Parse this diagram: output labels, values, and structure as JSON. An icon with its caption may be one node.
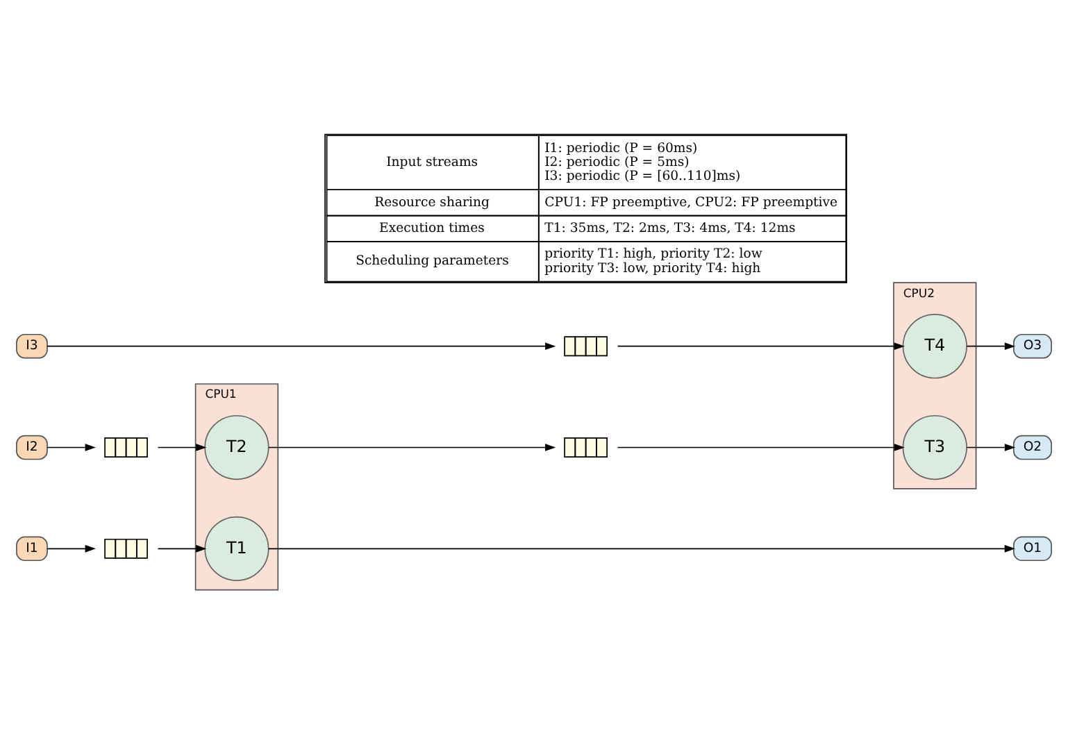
{
  "diagram": {
    "nodes": [
      {
        "text": [
          "CPU1"
        ]
      },
      {
        "text": [
          "T1"
        ],
        "in": 0
      },
      {
        "text": [
          "T2"
        ],
        "in": 0
      },
      {
        "text": [
          "CPU2"
        ]
      },
      {
        "text": [
          "T3"
        ],
        "in": 3
      },
      {
        "text": [
          "T4"
        ],
        "in": 3
      },
      {
        "text": [
          "I1"
        ]
      },
      {
        "text": [
          "I2"
        ]
      },
      {
        "text": [
          "I3"
        ]
      },
      {
        "text": [],
        "shape": "box"
      },
      {
        "text": [],
        "shape": "box"
      },
      {
        "text": [],
        "shape": "box"
      },
      {
        "text": [],
        "shape": "box"
      },
      {
        "text": [
          "O1"
        ]
      },
      {
        "text": [
          "O2"
        ]
      },
      {
        "text": [
          "O3"
        ]
      }
    ],
    "edges": [
      {
        "from": 6,
        "to": 9,
        "arrow": "to"
      },
      {
        "from": 9,
        "to": 1,
        "arrow": "to"
      },
      {
        "from": 1,
        "to": 13,
        "arrow": "to"
      },
      {
        "from": 7,
        "to": 10,
        "arrow": "to"
      },
      {
        "from": 10,
        "to": 2,
        "arrow": "to"
      },
      {
        "from": 2,
        "to": 11,
        "arrow": "to"
      },
      {
        "from": 11,
        "to": 4,
        "arrow": "to"
      },
      {
        "from": 4,
        "to": 14,
        "arrow": "to"
      },
      {
        "from": 8,
        "to": 12,
        "arrow": "to"
      },
      {
        "from": 12,
        "to": 5,
        "arrow": "to"
      },
      {
        "from": 5,
        "to": 15,
        "arrow": "to"
      }
    ],
    "labels": [
      "Input streams",
      "I1: periodic (P = 60ms)",
      "I2: periodic (P = 5ms)",
      "I3: periodic (P = [60..110]ms)",
      "Resource sharing",
      "CPU1: FP preemptive, CPU2: FP preemptive",
      "Execution times",
      "T1: 35ms, T2: 2ms, T3: 4ms, T4: 12ms",
      "Scheduling parameters",
      "priority T1: high, priority T2: low",
      "priority T3: low, priority T4: high"
    ]
  }
}
